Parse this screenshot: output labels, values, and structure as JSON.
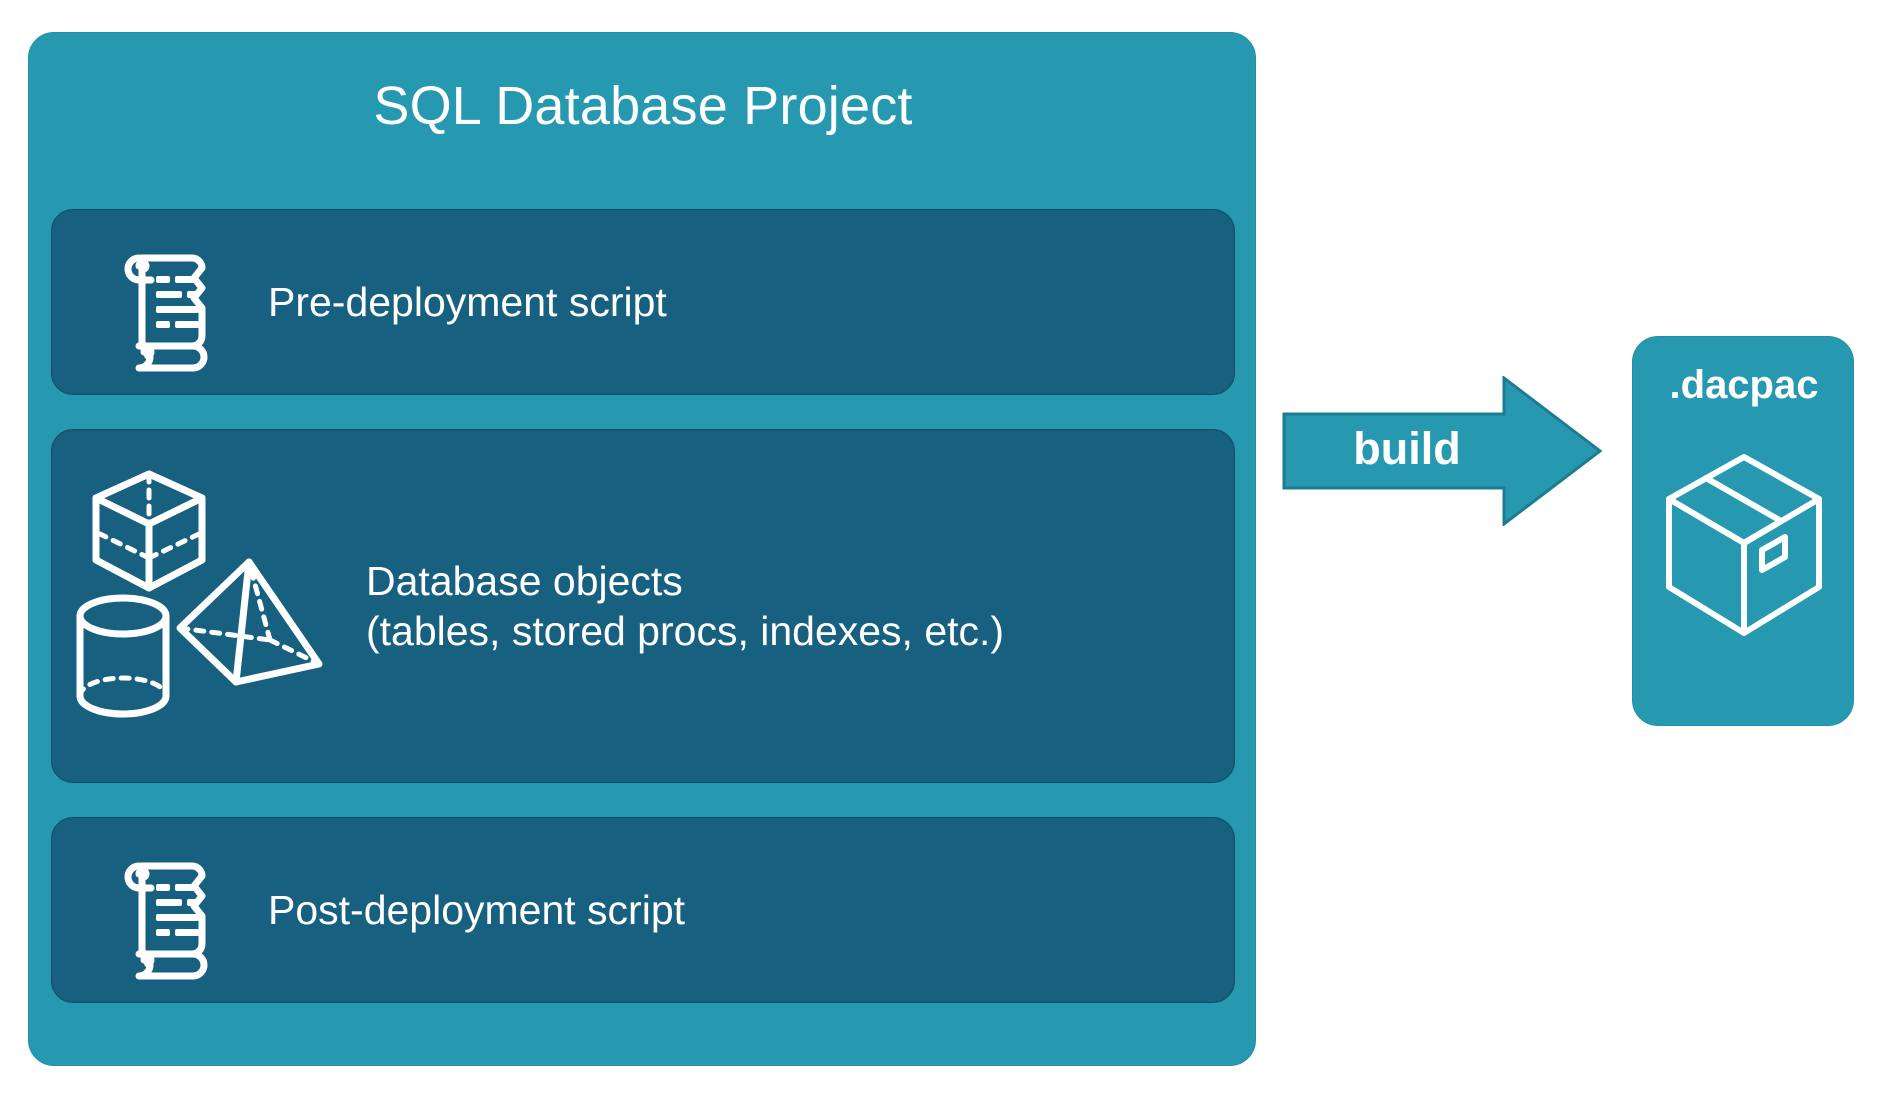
{
  "diagram": {
    "background_color": "#ffffff",
    "accent_color": "#2699b0",
    "panel_color": "#18607f",
    "stroke_color": "#ffffff"
  },
  "project": {
    "title": "SQL Database Project",
    "rows": [
      {
        "id": "pre-deployment",
        "label": "Pre-deployment script",
        "icon": "scroll-icon"
      },
      {
        "id": "database-objects",
        "label": "Database objects\n(tables, stored procs, indexes, etc.)",
        "icons": [
          "cube-icon",
          "pyramid-icon",
          "cylinder-icon"
        ]
      },
      {
        "id": "post-deployment",
        "label": "Post-deployment script",
        "icon": "scroll-icon"
      }
    ]
  },
  "flow": {
    "arrow_label": "build",
    "arrow_icon": "right-arrow-icon"
  },
  "output": {
    "title": ".dacpac",
    "icon": "package-box-icon"
  }
}
